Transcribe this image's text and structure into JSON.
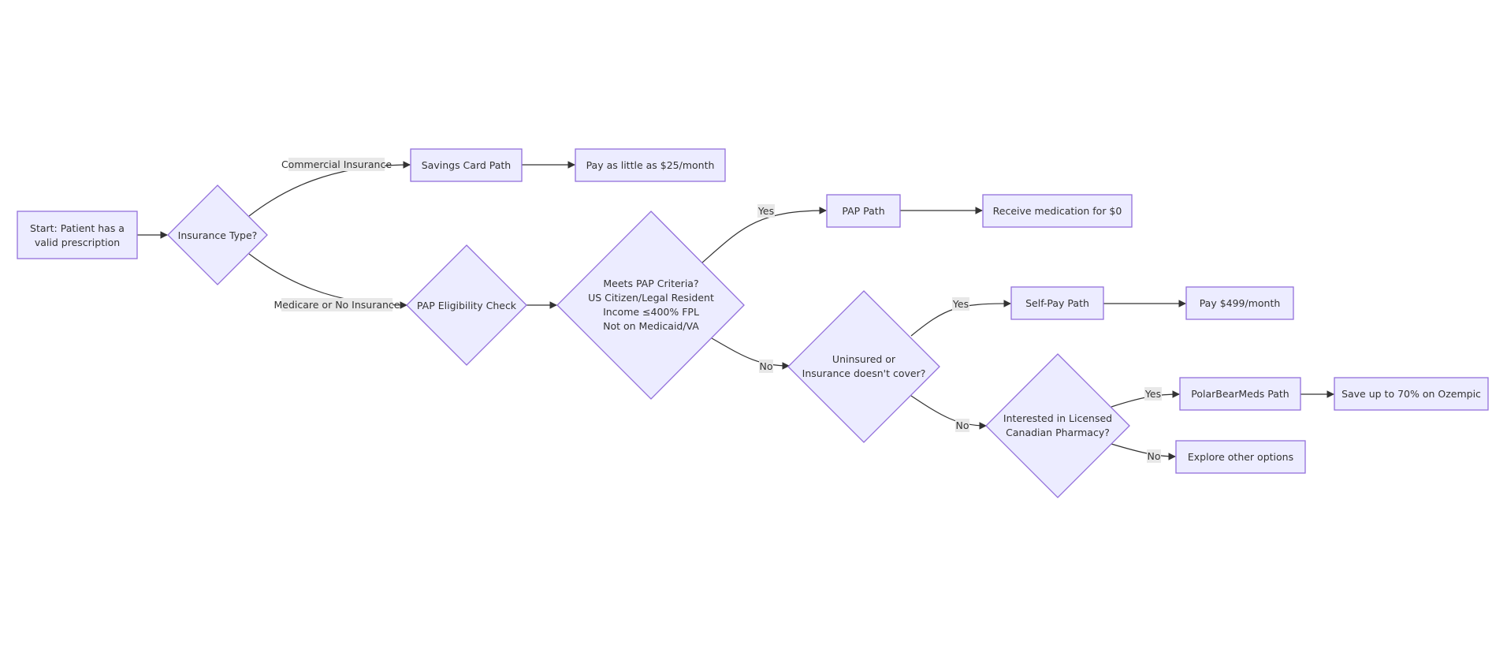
{
  "nodes": {
    "start": [
      "Start: Patient has a",
      "valid prescription"
    ],
    "insurance_type": [
      "Insurance Type?"
    ],
    "savings_card_path": [
      "Savings Card Path"
    ],
    "pay_25": [
      "Pay as little as $25/month"
    ],
    "pap_eligibility": [
      "PAP Eligibility Check"
    ],
    "pap_criteria": [
      "Meets PAP Criteria?",
      "US Citizen/Legal Resident",
      "Income ≤400% FPL",
      "Not on Medicaid/VA"
    ],
    "pap_path": [
      "PAP Path"
    ],
    "receive_free": [
      "Receive medication for $0"
    ],
    "uninsured": [
      "Uninsured or",
      "Insurance doesn't cover?"
    ],
    "self_pay_path": [
      "Self-Pay Path"
    ],
    "pay_499": [
      "Pay $499/month"
    ],
    "canadian_pharmacy": [
      "Interested in Licensed",
      "Canadian Pharmacy?"
    ],
    "polarbear_path": [
      "PolarBearMeds Path"
    ],
    "save_70": [
      "Save up to 70% on Ozempic"
    ],
    "explore_other": [
      "Explore other options"
    ]
  },
  "edge_labels": {
    "commercial": "Commercial Insurance",
    "medicare": "Medicare or No Insurance",
    "pap_yes": "Yes",
    "pap_no": "No",
    "uninsured_yes": "Yes",
    "uninsured_no": "No",
    "canadian_yes": "Yes",
    "canadian_no": "No"
  },
  "colors": {
    "node_fill": "#ececff",
    "node_stroke": "#9370db",
    "edge": "#333333",
    "label_bg": "#e8e8e8"
  }
}
